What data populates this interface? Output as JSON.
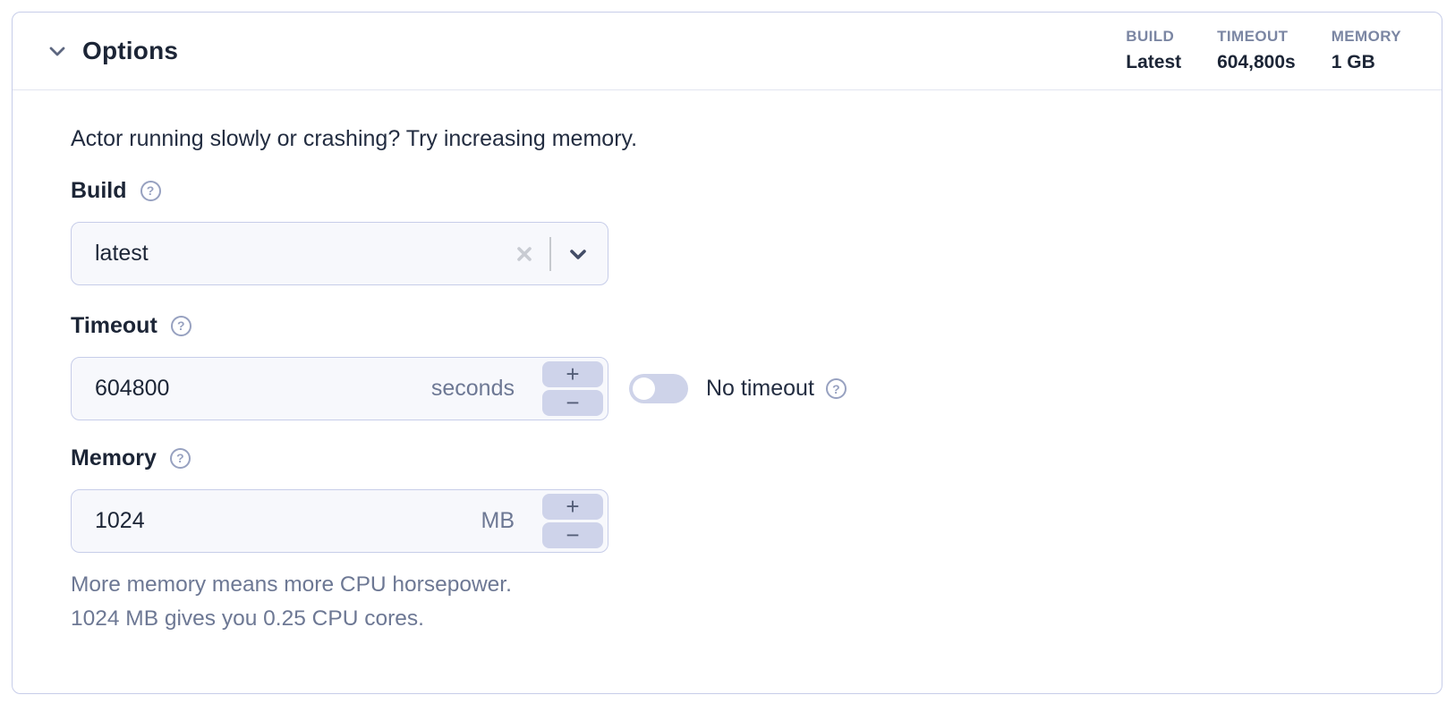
{
  "panel": {
    "title": "Options",
    "stats": [
      {
        "label": "BUILD",
        "value": "Latest"
      },
      {
        "label": "TIMEOUT",
        "value": "604,800s"
      },
      {
        "label": "MEMORY",
        "value": "1 GB"
      }
    ],
    "intro": "Actor running slowly or crashing? Try increasing memory.",
    "build": {
      "label": "Build",
      "value": "latest"
    },
    "timeout": {
      "label": "Timeout",
      "value": "604800",
      "unit": "seconds",
      "toggle_label": "No timeout",
      "toggle_state": "off"
    },
    "memory": {
      "label": "Memory",
      "value": "1024",
      "unit": "MB",
      "help_line1": "More memory means more CPU horsepower.",
      "help_line2": "1024 MB gives you 0.25 CPU cores."
    },
    "stepper": {
      "increment": "+",
      "decrement": "−"
    },
    "help_glyph": "?"
  },
  "colors": {
    "card_border": "#c7cde9",
    "input_bg": "#f7f8fc",
    "stepper_bg": "#ced3ea",
    "toggle_track": "#ced3e9",
    "dark_text": "#1c2536",
    "muted_text": "#6d7894",
    "stat_label": "#7b86a3",
    "help_icon": "#97a1c0"
  }
}
